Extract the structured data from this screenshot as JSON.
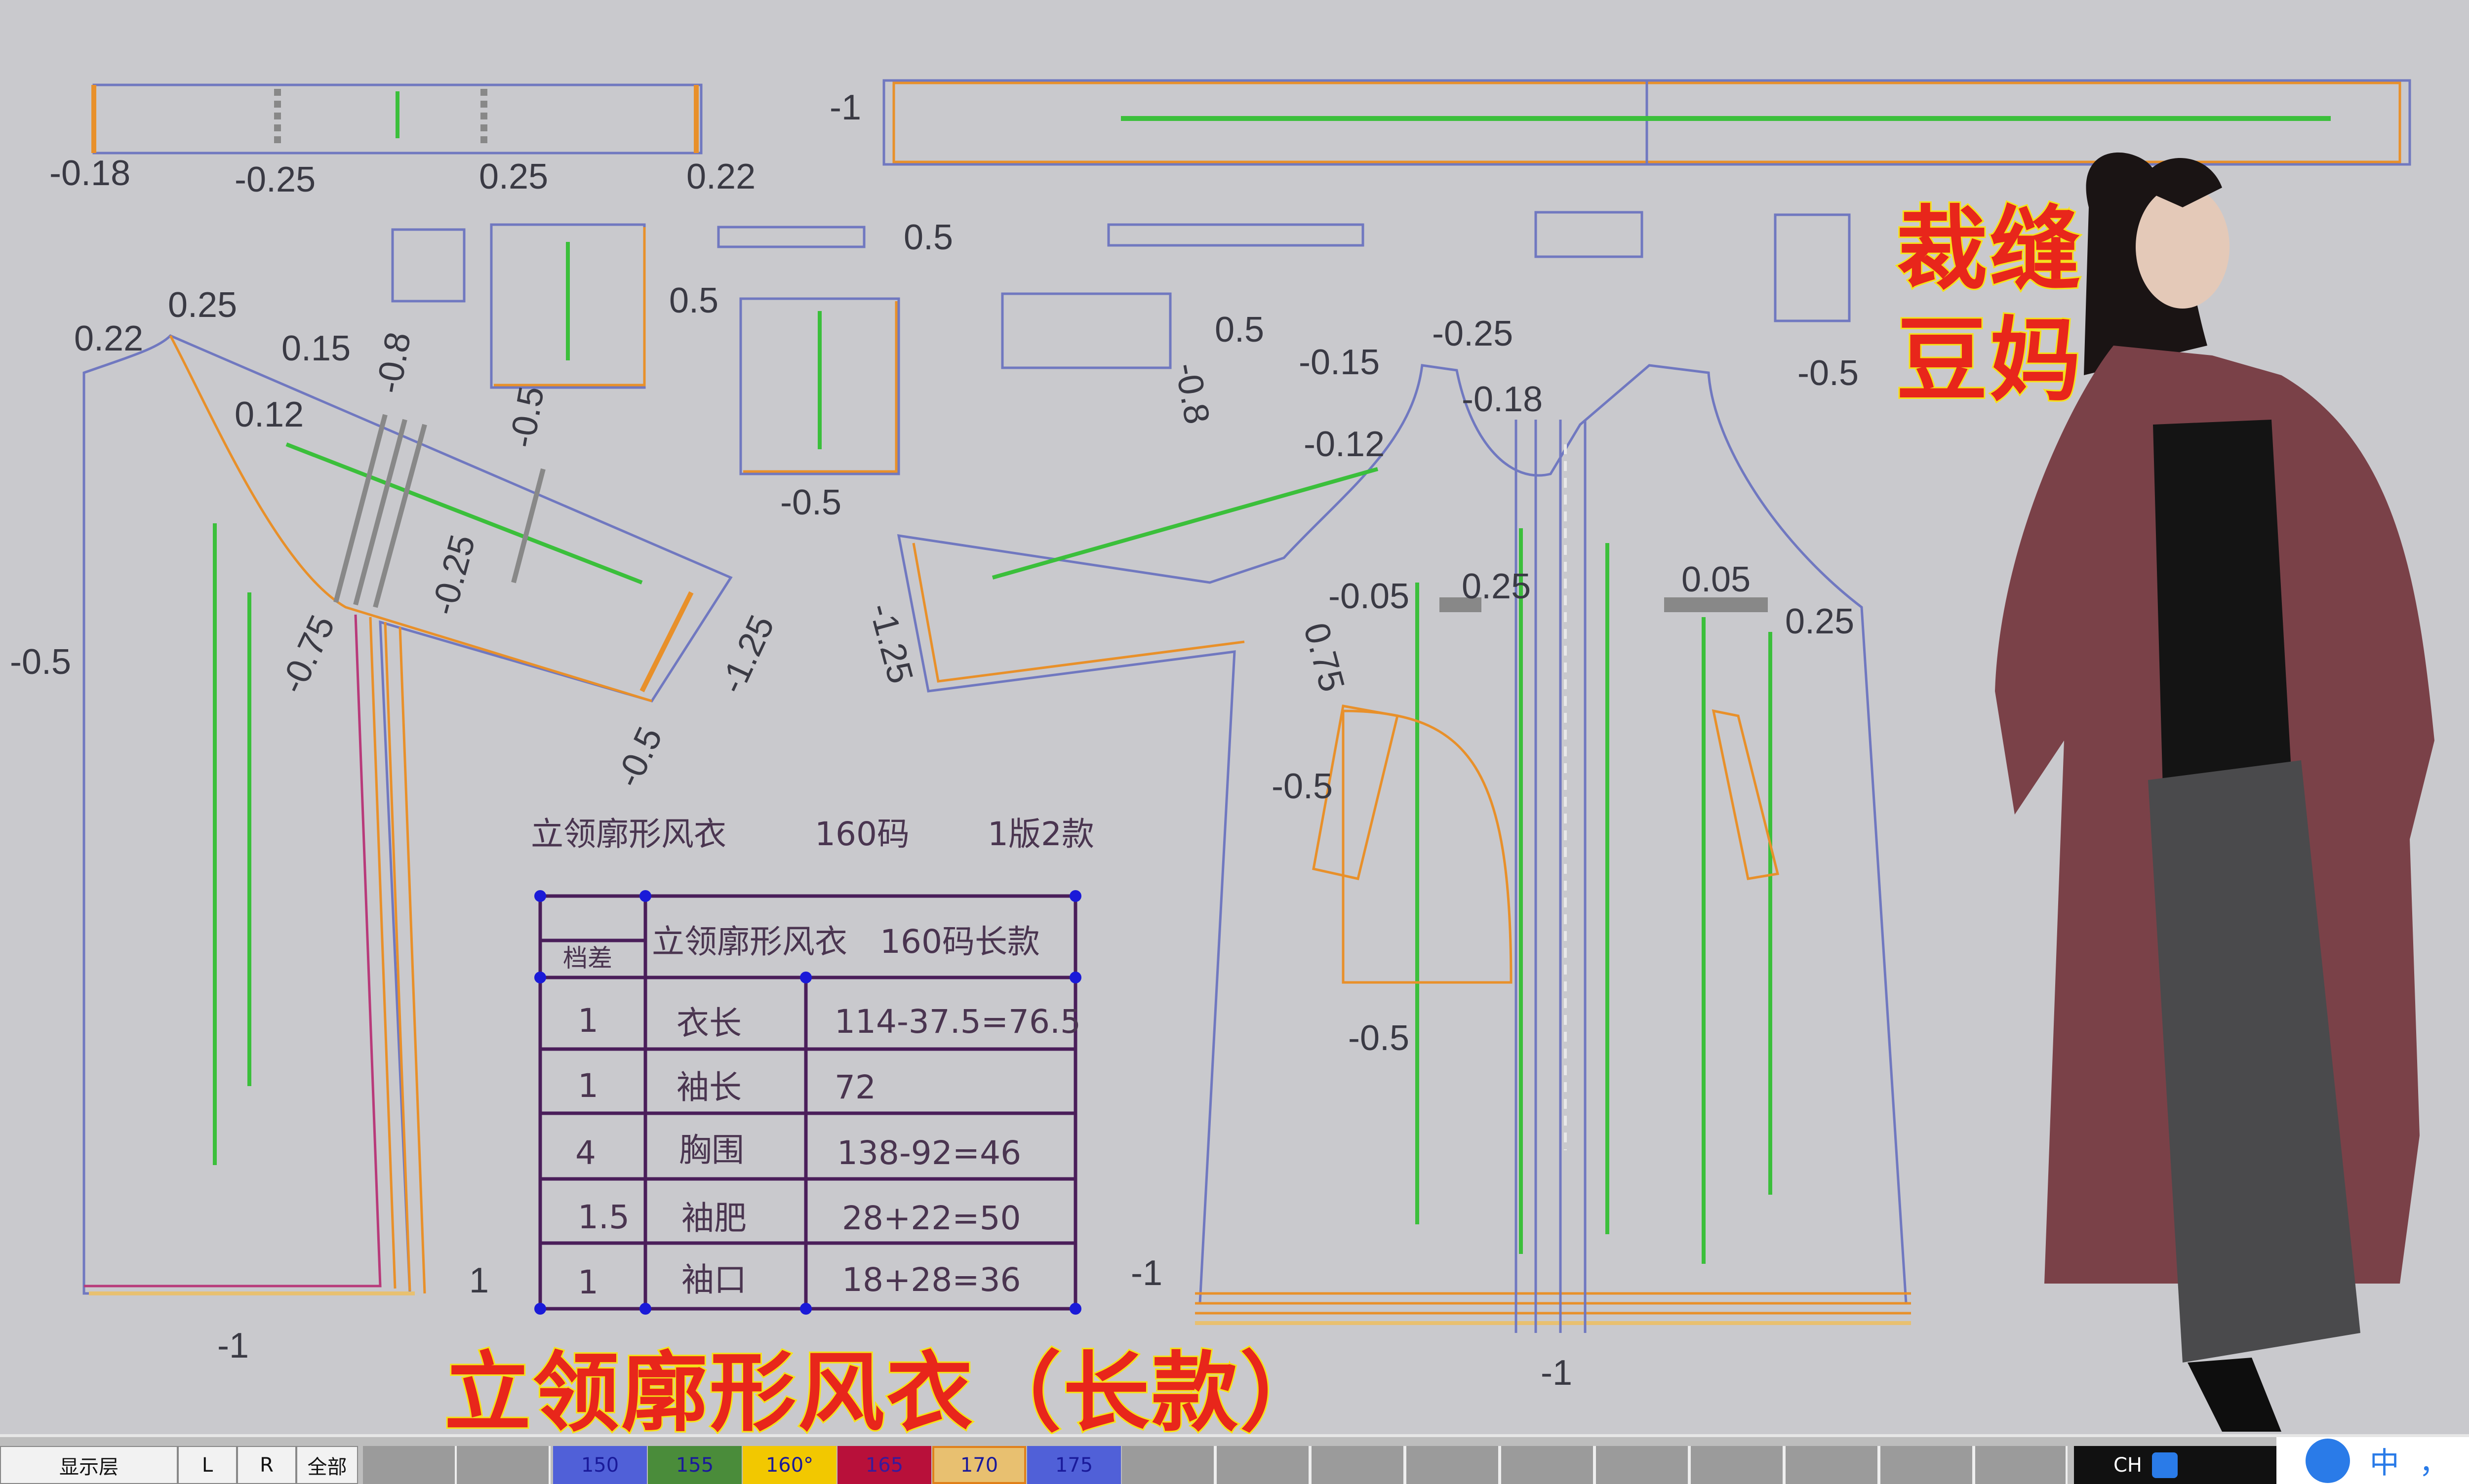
{
  "labels": {
    "a1": "-0.18",
    "a2": "-0.25",
    "a3": "0.25",
    "a4": "0.22",
    "a5": "-1",
    "a6": "0.5",
    "a7": "0.5",
    "a8": "0.5",
    "a9": "-0.5",
    "a10": "-0.5",
    "b1": "0.22",
    "b2": "0.25",
    "b3": "0.15",
    "b4": "0.12",
    "b5": "-0.8",
    "b6": "-0.5",
    "b7": "-0.5",
    "b8": "-0.25",
    "b9": "-0.75",
    "b10": "-1.25",
    "b11": "-0.5",
    "b12": "1",
    "b13": "-1",
    "c1": "-0.15",
    "c2": "-0.25",
    "c3": "-0.18",
    "c4": "-0.12",
    "c5": "-0.8",
    "c6": "-1.25",
    "c7": "-0.05",
    "c8": "0.25",
    "c9": "0.05",
    "c10": "0.25",
    "c11": "0.75",
    "c12": "-0.5",
    "c13": "-0.5",
    "c14": "-1",
    "c15": "-1"
  },
  "pattern_title": {
    "name": "立领廓形风衣",
    "size": "160码",
    "version": "1版2款"
  },
  "table": {
    "corner_label": "档差",
    "header": "立领廓形风衣　160码长款",
    "rows": [
      {
        "grade": "1",
        "item": "衣长",
        "formula": "114-37.5=76.5"
      },
      {
        "grade": "1",
        "item": "袖长",
        "formula": "72"
      },
      {
        "grade": "4",
        "item": "胸围",
        "formula": "138-92=46"
      },
      {
        "grade": "1.5",
        "item": "袖肥",
        "formula": "28+22=50"
      },
      {
        "grade": "1",
        "item": "袖口",
        "formula": "18+28=36"
      }
    ]
  },
  "overlay": {
    "title": "立领廓形风衣（长款）",
    "brand_line1": "裁缝",
    "brand_line2": "豆妈"
  },
  "statusbar": {
    "layer_label": "显示层",
    "left": "L",
    "right": "R",
    "all": "全部",
    "sizes": [
      {
        "label": "150",
        "color": "#5060d8"
      },
      {
        "label": "155",
        "color": "#4a8c3a"
      },
      {
        "label": "160°",
        "color": "#f2c800"
      },
      {
        "label": "165",
        "color": "#b8103a"
      },
      {
        "label": "170",
        "color": "#e8c070"
      },
      {
        "label": "175",
        "color": "#5060d8"
      }
    ],
    "ime_lang": "CH",
    "ime_zh": "中",
    "ime_punct": "，",
    "ime_emoji": "☺"
  }
}
